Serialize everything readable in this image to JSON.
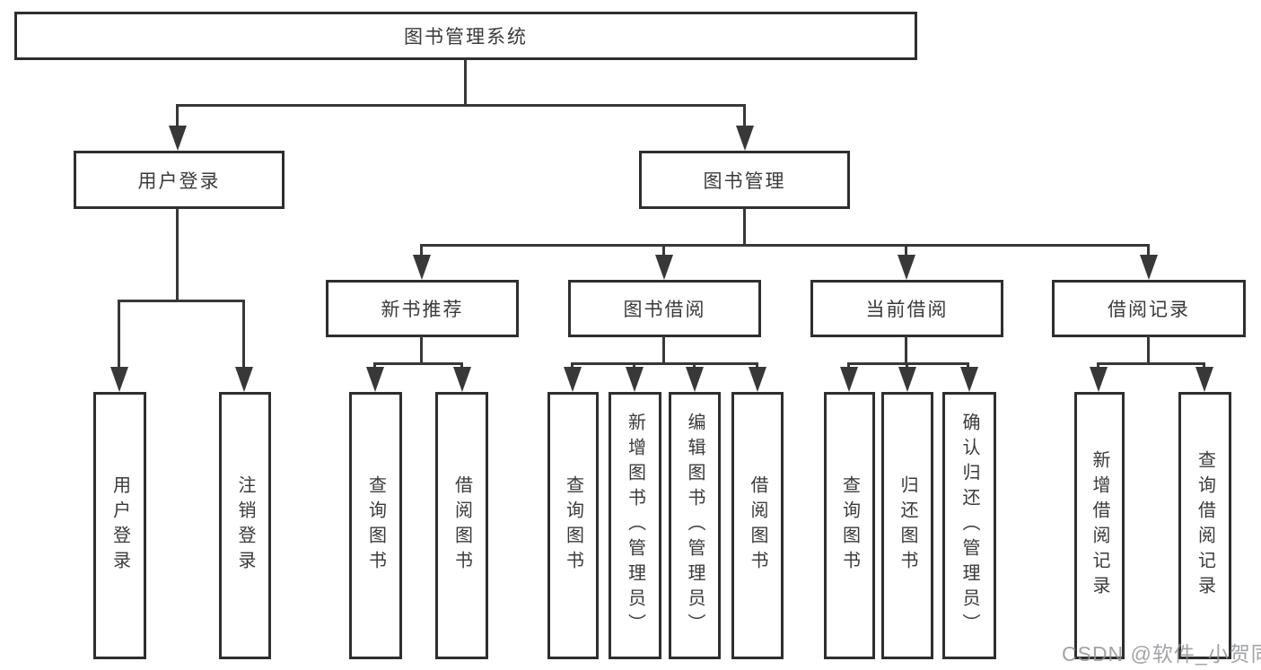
{
  "diagram": {
    "title": "图书管理系统",
    "colors": {
      "background": "#ffffff",
      "line": "#383838",
      "box_border": "#2e2e2e",
      "text": "#3a3a3a",
      "watermark": "#919399"
    },
    "tree": {
      "root": {
        "label": "图书管理系统",
        "children": [
          {
            "label": "用户登录",
            "children": [
              {
                "label": "用户登录"
              },
              {
                "label": "注销登录"
              }
            ]
          },
          {
            "label": "图书管理",
            "children": [
              {
                "label": "新书推荐",
                "children": [
                  {
                    "label": "查询图书"
                  },
                  {
                    "label": "借阅图书"
                  }
                ]
              },
              {
                "label": "图书借阅",
                "children": [
                  {
                    "label": "查询图书"
                  },
                  {
                    "label": "新增图书（管理员）"
                  },
                  {
                    "label": "编辑图书（管理员）"
                  },
                  {
                    "label": "借阅图书"
                  }
                ]
              },
              {
                "label": "当前借阅",
                "children": [
                  {
                    "label": "查询图书"
                  },
                  {
                    "label": "归还图书"
                  },
                  {
                    "label": "确认归还（管理员）"
                  }
                ]
              },
              {
                "label": "借阅记录",
                "children": [
                  {
                    "label": "新增借阅记录"
                  },
                  {
                    "label": "查询借阅记录"
                  }
                ]
              }
            ]
          }
        ]
      }
    },
    "watermark": {
      "text": "CSDN @软件_小贺同学"
    }
  }
}
